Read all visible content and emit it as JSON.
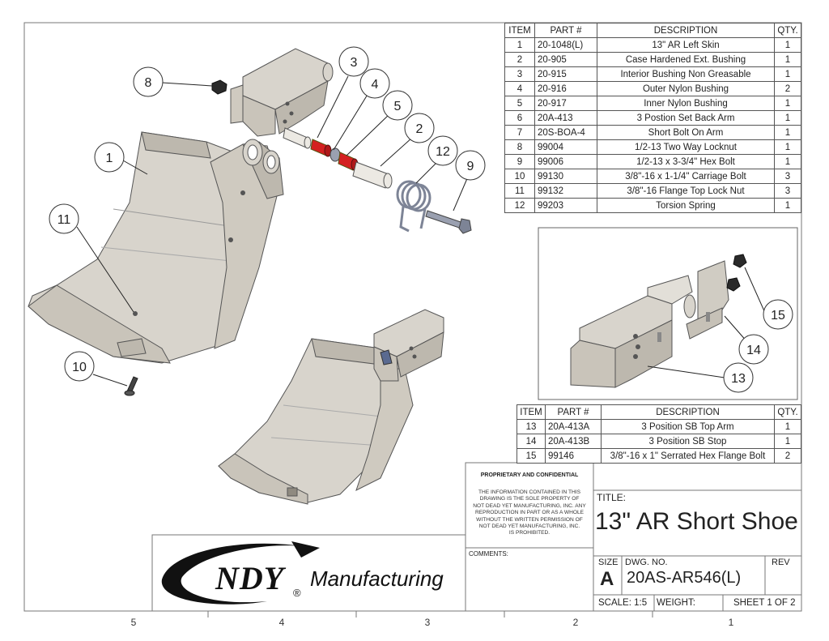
{
  "colors": {
    "line": "#555555",
    "part_fill": "#d8d4cc",
    "part_shade": "#bdb8ae",
    "part_dark": "#8f8a80",
    "bushing_red": "#d42020",
    "spring": "#9aa0b0"
  },
  "bom_main": {
    "headers": [
      "ITEM",
      "PART #",
      "DESCRIPTION",
      "QTY."
    ],
    "rows": [
      [
        "1",
        "20-1048(L)",
        "13\" AR Left Skin",
        "1"
      ],
      [
        "2",
        "20-905",
        "Case Hardened Ext. Bushing",
        "1"
      ],
      [
        "3",
        "20-915",
        "Interior Bushing Non Greasable",
        "1"
      ],
      [
        "4",
        "20-916",
        "Outer Nylon Bushing",
        "2"
      ],
      [
        "5",
        "20-917",
        "Inner Nylon Bushing",
        "1"
      ],
      [
        "6",
        "20A-413",
        "3 Postion Set Back Arm",
        "1"
      ],
      [
        "7",
        "20S-BOA-4",
        "Short Bolt On Arm",
        "1"
      ],
      [
        "8",
        "99004",
        "1/2-13 Two Way Locknut",
        "1"
      ],
      [
        "9",
        "99006",
        "1/2-13 x 3-3/4\" Hex Bolt",
        "1"
      ],
      [
        "10",
        "99130",
        "3/8\"-16 x 1-1/4\" Carriage Bolt",
        "3"
      ],
      [
        "11",
        "99132",
        "3/8\"-16 Flange Top Lock Nut",
        "3"
      ],
      [
        "12",
        "99203",
        "Torsion Spring",
        "1"
      ]
    ]
  },
  "bom_detail": {
    "headers": [
      "ITEM",
      "PART #",
      "DESCRIPTION",
      "QTY."
    ],
    "rows": [
      [
        "13",
        "20A-413A",
        "3 Position SB Top Arm",
        "1"
      ],
      [
        "14",
        "20A-413B",
        "3 Position SB Stop",
        "1"
      ],
      [
        "15",
        "99146",
        "3/8\"-16 x 1\" Serrated Hex Flange Bolt",
        "2"
      ]
    ]
  },
  "balloons": [
    "1",
    "2",
    "3",
    "4",
    "5",
    "8",
    "9",
    "10",
    "11",
    "12",
    "13",
    "14",
    "15"
  ],
  "title_block": {
    "prop_heading": "PROPRIETARY AND CONFIDENTIAL",
    "prop_lines": [
      "THE INFORMATION CONTAINED IN THIS",
      "DRAWING IS THE SOLE PROPERTY OF",
      "NOT DEAD YET MANUFACTURING, INC. ANY",
      "REPRODUCTION IN PART OR AS A WHOLE",
      "WITHOUT THE WRITTEN PERMISSION OF",
      "NOT DEAD YET MANUFACTURING, INC.",
      "IS PROHIBITED."
    ],
    "comments_label": "COMMENTS:",
    "title_label": "TITLE:",
    "title": "13\" AR Short Shoe",
    "size_label": "SIZE",
    "size": "A",
    "dwg_label": "DWG.  NO.",
    "dwg_no": "20AS-AR546(L)",
    "rev_label": "REV",
    "scale": "SCALE: 1:5",
    "weight": "WEIGHT:",
    "sheet": "SHEET 1 OF 2"
  },
  "logo": {
    "letters": "NDY",
    "word": "Manufacturing",
    "reg": "®"
  },
  "zones": [
    "5",
    "4",
    "3",
    "2",
    "1"
  ]
}
